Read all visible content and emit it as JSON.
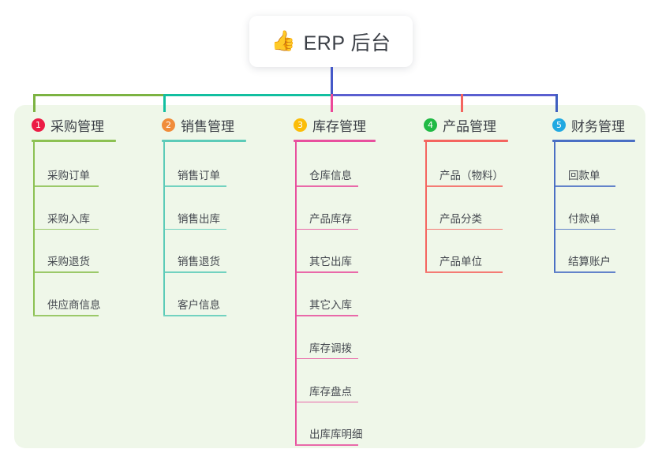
{
  "root": {
    "icon": "thumbs-up-icon",
    "emoji": "👍",
    "title": "ERP 后台"
  },
  "palette": {
    "panel_bg": "#eff7e9",
    "page_bg": "#ffffff",
    "stem_blue": "#4458c8",
    "trunk_green": "#7cb342",
    "trunk_teal": "#12bfa0",
    "trunk_purple": "#5a5fd0",
    "text": "#3b3f46"
  },
  "columns": [
    {
      "number": "1",
      "title": "采购管理",
      "badge_color": "#ec1c45",
      "line_color": "#8cc152",
      "drop_color": "#7cb342",
      "items": [
        "采购订单",
        "采购入库",
        "采购退货",
        "供应商信息"
      ]
    },
    {
      "number": "2",
      "title": "销售管理",
      "badge_color": "#f08c3a",
      "line_color": "#5ccbb8",
      "drop_color": "#12bfa0",
      "items": [
        "销售订单",
        "销售出库",
        "销售退货",
        "客户信息"
      ]
    },
    {
      "number": "3",
      "title": "库存管理",
      "badge_color": "#fbbd08",
      "line_color": "#e8509e",
      "drop_color": "#ec4899",
      "items": [
        "仓库信息",
        "产品库存",
        "其它出库",
        "其它入库",
        "库存调拨",
        "库存盘点",
        "出库库明细"
      ]
    },
    {
      "number": "4",
      "title": "产品管理",
      "badge_color": "#21ba45",
      "line_color": "#f4655f",
      "drop_color": "#f4655f",
      "items": [
        "产品（物料）",
        "产品分类",
        "产品单位"
      ]
    },
    {
      "number": "5",
      "title": "财务管理",
      "badge_color": "#21a9e1",
      "line_color": "#4a6fc4",
      "drop_color": "#3f5fbf",
      "items": [
        "回款单",
        "付款单",
        "结算账户"
      ]
    }
  ]
}
